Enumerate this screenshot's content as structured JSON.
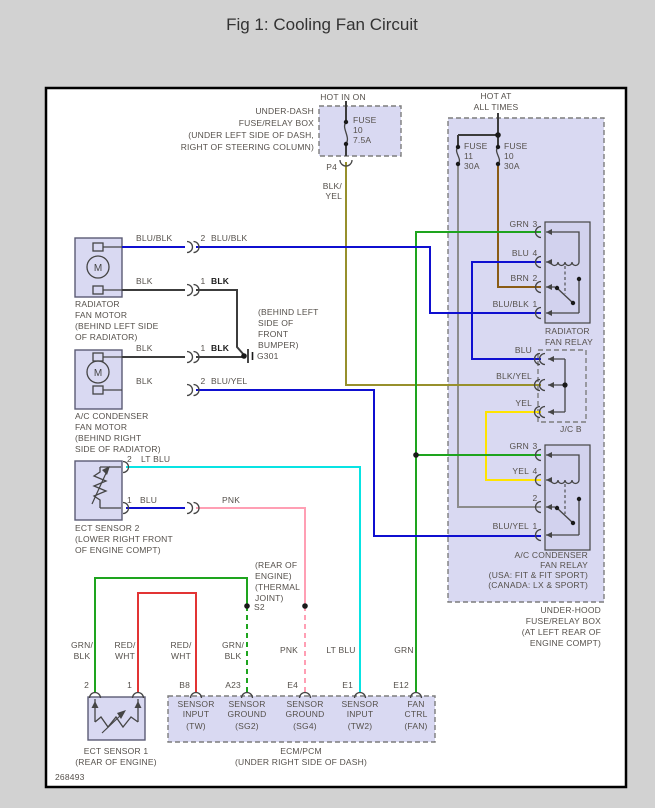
{
  "window": {
    "title": "Fig 1: Cooling Fan Circuit",
    "drawing_number": "268493"
  },
  "colors": {
    "background": "#d2d2d2",
    "component_fill": "#d9d9f2",
    "wire_blue": "#0f0fd0",
    "wire_green": "#1ea41e",
    "wire_light_blue": "#08e3e3",
    "wire_pink": "#ff9fb4",
    "wire_red": "#e23434",
    "wire_yellow": "#ffe400",
    "wire_brown": "#8a5c14",
    "wire_black_yellow": "#97902c",
    "wire_gray": "#8c8c8c",
    "wire_black": "#3c3c3c"
  },
  "power_underdash": {
    "source": "HOT IN ON",
    "box_label": [
      "UNDER-DASH",
      "FUSE/RELAY BOX",
      "(UNDER LEFT SIDE OF DASH,",
      "RIGHT OF STEERING COLUMN)"
    ],
    "fuse": [
      "FUSE",
      "10",
      "7.5A"
    ],
    "connector": "P4",
    "wire_label": [
      "BLK/",
      "YEL"
    ]
  },
  "power_underhood": {
    "source": [
      "HOT AT",
      "ALL TIMES"
    ],
    "fuse11": [
      "FUSE",
      "11",
      "30A"
    ],
    "fuse10": [
      "FUSE",
      "10",
      "30A"
    ],
    "box_label": [
      "UNDER-HOOD",
      "FUSE/RELAY BOX",
      "(AT LEFT REAR OF",
      "ENGINE COMPT)"
    ]
  },
  "radiator_motor": {
    "symbol": "M",
    "wire1_pre": "BLU/BLK",
    "wire1_num": "2",
    "wire1_post": "BLU/BLK",
    "wire2_pre": "BLK",
    "wire2_num": "1",
    "wire2_post": "BLK",
    "label": [
      "RADIATOR",
      "FAN MOTOR",
      "(BEHIND LEFT SIDE",
      "OF RADIATOR)"
    ]
  },
  "ac_motor": {
    "symbol": "M",
    "wire1_pre": "BLK",
    "wire1_num": "1",
    "wire1_post": "BLK",
    "wire2_pre": "BLK",
    "wire2_num": "2",
    "wire2_post": "BLU/YEL",
    "label": [
      "A/C CONDENSER",
      "FAN MOTOR",
      "(BEHIND RIGHT",
      "SIDE OF RADIATOR)"
    ]
  },
  "ground": {
    "note": [
      "(BEHIND LEFT",
      "SIDE OF",
      "FRONT",
      "BUMPER)"
    ],
    "name": "G301"
  },
  "ect2": {
    "pin2_num": "2",
    "pin2_wire": "LT BLU",
    "pin1_num": "1",
    "pin1_wire": "BLU",
    "pin1_post": "PNK",
    "label": [
      "ECT SENSOR 2",
      "(LOWER RIGHT FRONT",
      "OF ENGINE COMPT)"
    ]
  },
  "radiator_relay": {
    "pin3": "GRN",
    "pin3_num": "3",
    "pin4": "BLU",
    "pin4_num": "4",
    "pin2": "BRN",
    "pin2_num": "2",
    "pin1": "BLU/BLK",
    "pin1_num": "1",
    "label": [
      "RADIATOR",
      "FAN RELAY"
    ]
  },
  "jcb": {
    "pin_top": "BLU",
    "pin_mid": "BLK/YEL",
    "pin_bot": "YEL",
    "label": "J/C B"
  },
  "ac_relay": {
    "pin3": "GRN",
    "pin3_num": "3",
    "pin4": "YEL",
    "pin4_num": "4",
    "pin2_num": "2",
    "pin1": "BLU/YEL",
    "pin1_num": "1",
    "label": [
      "A/C CONDENSER",
      "FAN RELAY",
      "(USA: FIT & FIT SPORT)",
      "(CANADA: LX & SPORT)"
    ]
  },
  "thermal_joint": {
    "note": [
      "(REAR OF",
      "ENGINE)",
      "(THERMAL",
      "JOINT)"
    ],
    "name": "S2"
  },
  "ect1": {
    "label": [
      "ECT SENSOR 1",
      "(REAR OF ENGINE)"
    ]
  },
  "bottom_wires": {
    "labels2": [
      [
        "GRN/",
        "BLK"
      ],
      [
        "RED/",
        "WHT"
      ],
      [
        "RED/",
        "WHT"
      ],
      [
        "GRN/",
        "BLK"
      ]
    ],
    "labels1": [
      "PNK",
      "LT BLU",
      "GRN"
    ],
    "terminals": [
      "2",
      "1",
      "B8",
      "A23",
      "E4",
      "E1",
      "E12"
    ]
  },
  "ecm": {
    "columns": [
      [
        "SENSOR",
        "INPUT",
        "(TW)"
      ],
      [
        "SENSOR",
        "GROUND",
        "(SG2)"
      ],
      [
        "SENSOR",
        "GROUND",
        "(SG4)"
      ],
      [
        "SENSOR",
        "INPUT",
        "(TW2)"
      ],
      [
        "FAN",
        "CTRL",
        "(FAN)"
      ]
    ],
    "label": [
      "ECM/PCM",
      "(UNDER RIGHT SIDE OF DASH)"
    ]
  }
}
